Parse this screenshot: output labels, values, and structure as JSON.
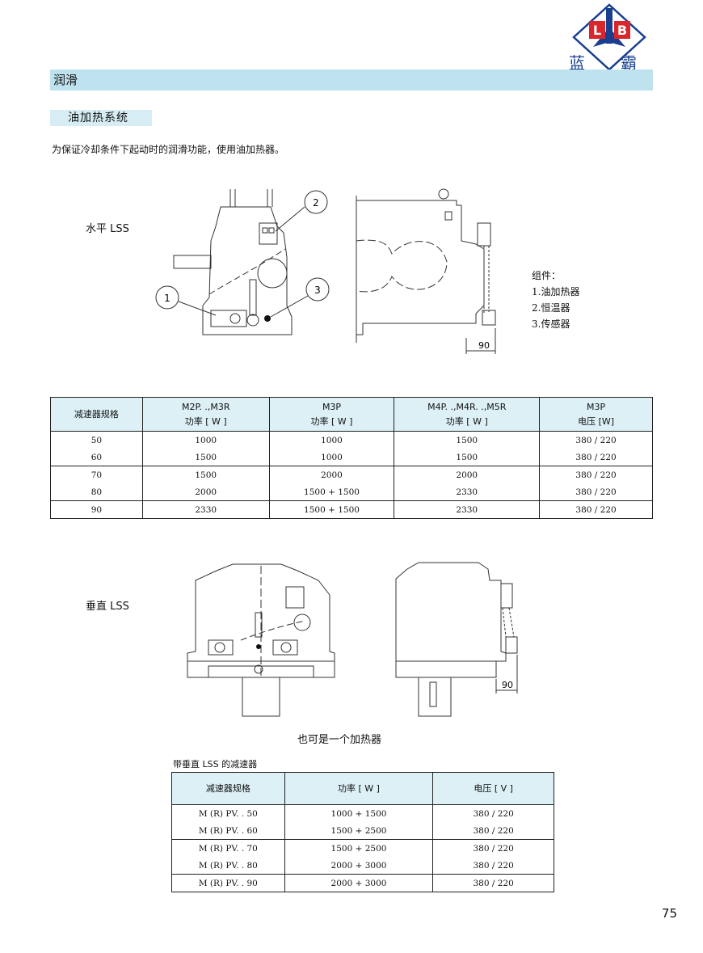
{
  "logo": {
    "letters": "LB",
    "char1": "蓝",
    "char2": "霸"
  },
  "section_title": "润滑",
  "subsection_title": "油加热系统",
  "intro_text": "为保证冷却条件下起动时的润滑功能，使用油加热器。",
  "horizontal_label": "水平 LSS",
  "horizontal_dim": "90",
  "callouts": [
    "1",
    "2",
    "3"
  ],
  "components": {
    "title": "组件：",
    "items": [
      "1.油加热器",
      "2.恒温器",
      "3.传感器"
    ]
  },
  "table1": {
    "headers": [
      [
        "减速器规格"
      ],
      [
        "M2P. .,M3R",
        "功率 [ W ]"
      ],
      [
        "M3P",
        "功率 [ W ]"
      ],
      [
        "M4P. .,M4R. .,M5R",
        "功率 [ W ]"
      ],
      [
        "M3P",
        "电压 [W]"
      ]
    ],
    "rows": [
      [
        "50",
        "1000",
        "1000",
        "1500",
        "380 / 220"
      ],
      [
        "60",
        "1500",
        "1000",
        "1500",
        "380 / 220"
      ],
      [
        "70",
        "1500",
        "2000",
        "2000",
        "380 / 220"
      ],
      [
        "80",
        "2000",
        "1500 + 1500",
        "2330",
        "380 / 220"
      ],
      [
        "90",
        "2330",
        "1500 + 1500",
        "2330",
        "380 / 220"
      ]
    ]
  },
  "vertical_label": "垂直 LSS",
  "vertical_dim": "90",
  "vertical_caption": "也可是一个加热器",
  "table2_caption": "带垂直 LSS 的减速器",
  "table2": {
    "headers": [
      "减速器规格",
      "功率 [ W ]",
      "电压 [ V ]"
    ],
    "rows": [
      [
        "M (R) PV. . 50",
        "1000 + 1500",
        "380 / 220"
      ],
      [
        "M (R) PV. . 60",
        "1500 + 2500",
        "380 / 220"
      ],
      [
        "M (R) PV. . 70",
        "1500 + 2500",
        "380 / 220"
      ],
      [
        "M (R) PV. . 80",
        "2000 + 3000",
        "380 / 220"
      ],
      [
        "M (R) PV. . 90",
        "2000 + 3000",
        "380 / 220"
      ]
    ]
  },
  "page_number": "75"
}
